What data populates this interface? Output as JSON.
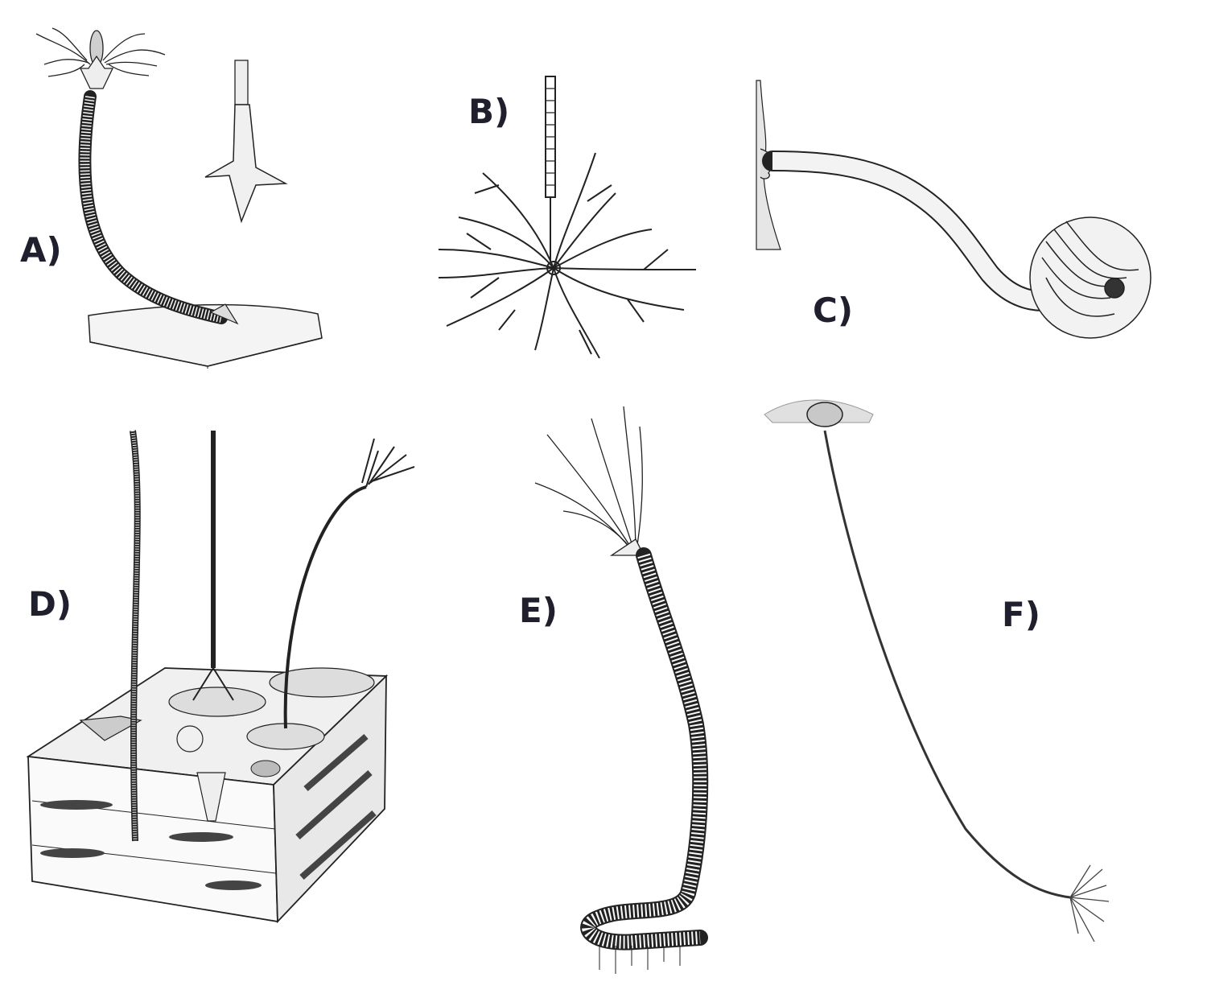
{
  "panels": [
    {
      "id": "A",
      "label": "A)",
      "subject": "crinoid with holdfast anchor in sediment"
    },
    {
      "id": "B",
      "label": "B)",
      "subject": "branching radicular holdfast"
    },
    {
      "id": "C",
      "label": "C)",
      "subject": "coiled crinoid attached to substrate"
    },
    {
      "id": "D",
      "label": "D)",
      "subject": "seafloor block with stalked crinoids"
    },
    {
      "id": "E",
      "label": "E)",
      "subject": "crinoid with long recumbent stem"
    },
    {
      "id": "F",
      "label": "F)",
      "subject": "pseudoplanktonic crinoid hanging from float"
    }
  ],
  "colors": {
    "ink": "#222222",
    "label": "#1f1f2e",
    "paper": "#ffffff"
  }
}
